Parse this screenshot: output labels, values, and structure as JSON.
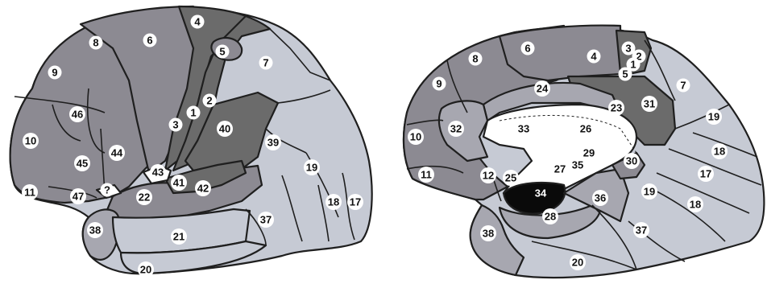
{
  "colors": {
    "darkest": "#6b6b6b",
    "dark": "#8c8a92",
    "mid": "#a7a7b0",
    "light": "#c6cad4",
    "pale": "#ffffff",
    "black": "#0a0a0a",
    "outline": "#1f1f1f"
  },
  "lateral": {
    "labels": [
      "4",
      "6",
      "8",
      "9",
      "5",
      "7",
      "2",
      "1",
      "3",
      "40",
      "46",
      "10",
      "44",
      "39",
      "45",
      "43",
      "41",
      "42",
      "19",
      "11",
      "47",
      "?",
      "22",
      "18",
      "17",
      "37",
      "38",
      "21",
      "20"
    ]
  },
  "medial": {
    "labels": [
      "6",
      "4",
      "8",
      "3",
      "2",
      "1",
      "5",
      "7",
      "9",
      "24",
      "31",
      "23",
      "19",
      "33",
      "26",
      "32",
      "10",
      "18",
      "29",
      "30",
      "17",
      "27",
      "35",
      "11",
      "12",
      "25",
      "19",
      "34",
      "36",
      "18",
      "28",
      "37",
      "38",
      "20"
    ]
  }
}
